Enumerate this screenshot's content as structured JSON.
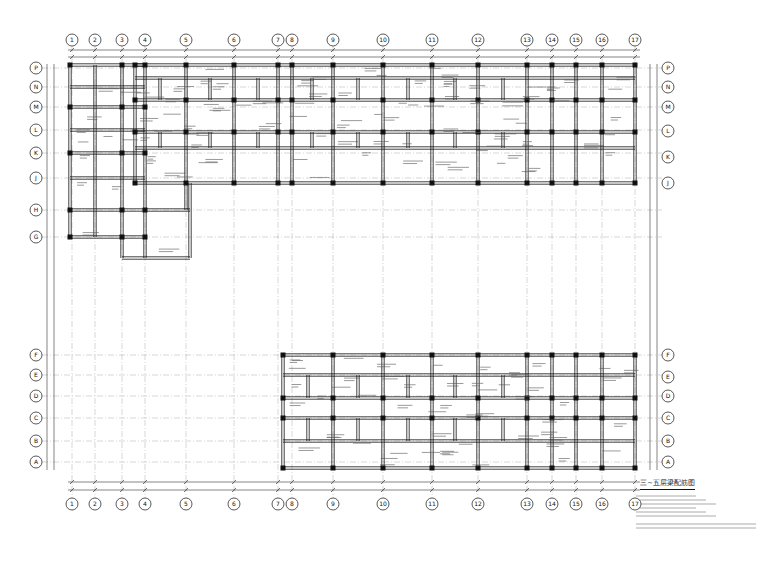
{
  "diagram": {
    "title": "三~五层梁配筋图",
    "labels": [
      "1",
      "2",
      "3",
      "4",
      "5",
      "6",
      "7",
      "8",
      "9",
      "10",
      "11",
      "12",
      "13",
      "14",
      "15",
      "16",
      "17",
      "1",
      "2",
      "3",
      "4",
      "5",
      "6",
      "7",
      "8",
      "9",
      "10",
      "11",
      "12",
      "13",
      "14",
      "15",
      "16",
      "17",
      "A",
      "B",
      "C",
      "D",
      "E",
      "F",
      "G",
      "H",
      "J",
      "K",
      "L",
      "M",
      "N",
      "P",
      "A",
      "B",
      "C",
      "D",
      "E",
      "F",
      "J",
      "K",
      "L",
      "M",
      "N",
      "P"
    ]
  }
}
